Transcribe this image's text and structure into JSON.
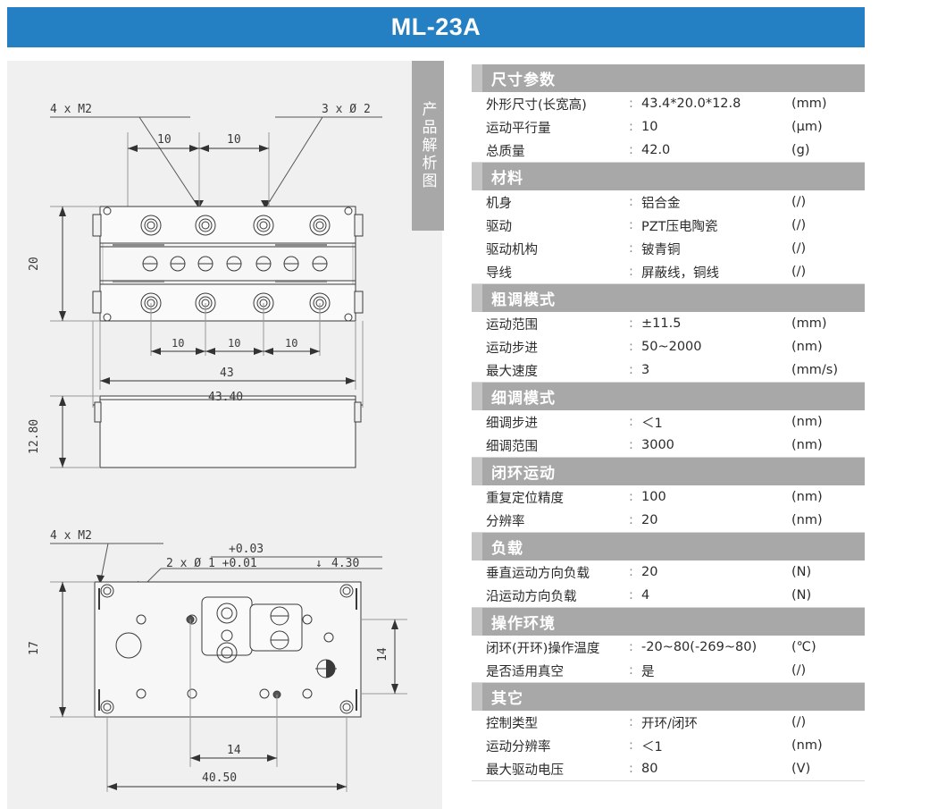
{
  "header": {
    "title": "ML-23A",
    "bar_color": "#2580c3"
  },
  "side_tab": {
    "label": "产品解析图",
    "color": "#a8a8a8"
  },
  "drawing": {
    "top_view": {
      "callout_left": "4 x M2",
      "callout_right": "3 x Ø 2",
      "top_dims": [
        "10",
        "10"
      ],
      "height_dim": "20",
      "bottom_dims": [
        "10",
        "10",
        "10"
      ],
      "overall_inner": "43",
      "overall_outer": "43.40"
    },
    "side_view": {
      "height_dim": "12.80"
    },
    "bottom_view": {
      "callout_left": "4 x M2",
      "tolerance_upper": "+0.03",
      "tolerance_main": "2 x Ø 1 +0.01",
      "depth_symbol": "↓",
      "depth_value": "4.30",
      "height_dim_left": "17",
      "height_dim_right": "14",
      "inner_dim": "14",
      "overall_dim": "40.50"
    }
  },
  "spec_sections": [
    {
      "title": "尺寸参数",
      "rows": [
        {
          "label": "外形尺寸(长宽高)",
          "value": "43.4*20.0*12.8",
          "unit": "(mm)"
        },
        {
          "label": "运动平行量",
          "value": "10",
          "unit": "(μm)"
        },
        {
          "label": "总质量",
          "value": "42.0",
          "unit": "(g)"
        }
      ]
    },
    {
      "title": "材料",
      "rows": [
        {
          "label": "机身",
          "value": "铝合金",
          "unit": "(/)"
        },
        {
          "label": "驱动",
          "value": "PZT压电陶瓷",
          "unit": "(/)"
        },
        {
          "label": "驱动机构",
          "value": "铍青铜",
          "unit": "(/)"
        },
        {
          "label": "导线",
          "value": "屏蔽线，铜线",
          "unit": "(/)"
        }
      ]
    },
    {
      "title": "粗调模式",
      "rows": [
        {
          "label": "运动范围",
          "value": "±11.5",
          "unit": "(mm)"
        },
        {
          "label": "运动步进",
          "value": "50~2000",
          "unit": "(nm)"
        },
        {
          "label": "最大速度",
          "value": "3",
          "unit": "(mm/s)"
        }
      ]
    },
    {
      "title": "细调模式",
      "rows": [
        {
          "label": "细调步进",
          "value": "＜1",
          "unit": "(nm)"
        },
        {
          "label": "细调范围",
          "value": "3000",
          "unit": "(nm)"
        }
      ]
    },
    {
      "title": "闭环运动",
      "rows": [
        {
          "label": "重复定位精度",
          "value": "100",
          "unit": "(nm)"
        },
        {
          "label": "分辨率",
          "value": "20",
          "unit": "(nm)"
        }
      ]
    },
    {
      "title": "负载",
      "rows": [
        {
          "label": "垂直运动方向负载",
          "value": "20",
          "unit": "(N)"
        },
        {
          "label": "沿运动方向负载",
          "value": "4",
          "unit": "(N)"
        }
      ]
    },
    {
      "title": "操作环境",
      "rows": [
        {
          "label": "闭环(开环)操作温度",
          "value": "-20~80(-269~80)",
          "unit": "(℃)"
        },
        {
          "label": "是否适用真空",
          "value": "是",
          "unit": "(/)"
        }
      ]
    },
    {
      "title": "其它",
      "rows": [
        {
          "label": "控制类型",
          "value": "开环/闭环",
          "unit": "(/)"
        },
        {
          "label": "运动分辨率",
          "value": "＜1",
          "unit": "(nm)"
        },
        {
          "label": "最大驱动电压",
          "value": "80",
          "unit": "(V)"
        }
      ]
    }
  ]
}
